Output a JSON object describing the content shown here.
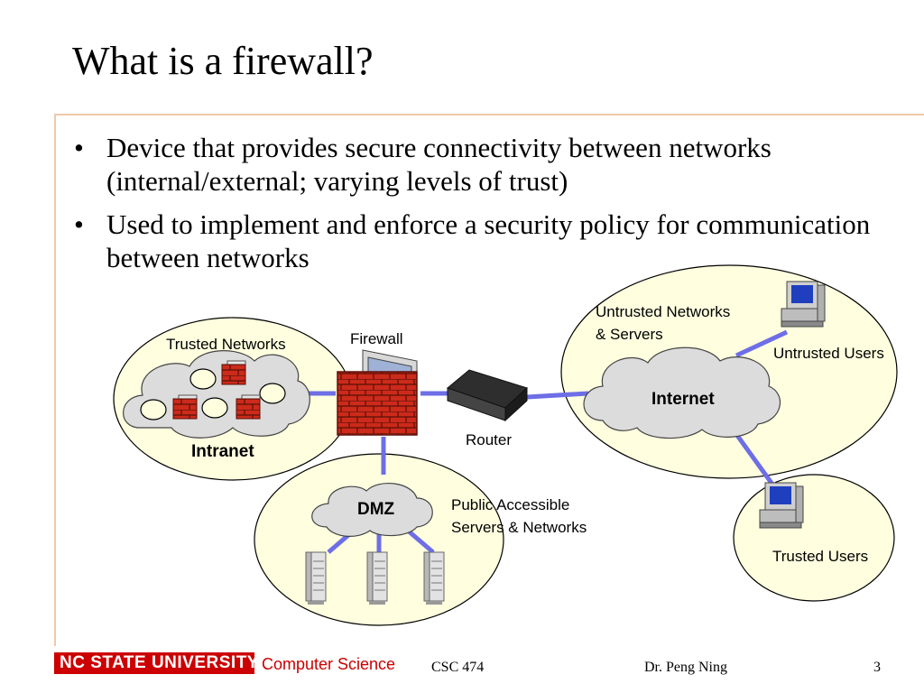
{
  "slide": {
    "title": "What is a firewall?",
    "bullets": [
      "Device that provides secure connectivity between networks (internal/external; varying levels of trust)",
      "Used to implement and enforce a security policy for communication between networks"
    ],
    "bullet_glyph": "•"
  },
  "diagram": {
    "trusted_networks": "Trusted Networks",
    "intranet": "Intranet",
    "firewall": "Firewall",
    "router": "Router",
    "untrusted_networks_line1": "Untrusted Networks",
    "untrusted_networks_line2": "& Servers",
    "internet": "Internet",
    "untrusted_users": "Untrusted Users",
    "trusted_users": "Trusted Users",
    "dmz": "DMZ",
    "public_line1": "Public Accessible",
    "public_line2": "Servers &  Networks"
  },
  "footer": {
    "logo": "NC STATE UNIVERSITY",
    "dept": "Computer Science",
    "course": "CSC 474",
    "author": "Dr. Peng Ning",
    "page": "3"
  },
  "colors": {
    "zone_fill": "#ffffe0",
    "cloud_fill": "#dcdcdc",
    "link": "#6e6ee6",
    "brick": "#cc2a1a",
    "accent": "#cc0000"
  }
}
